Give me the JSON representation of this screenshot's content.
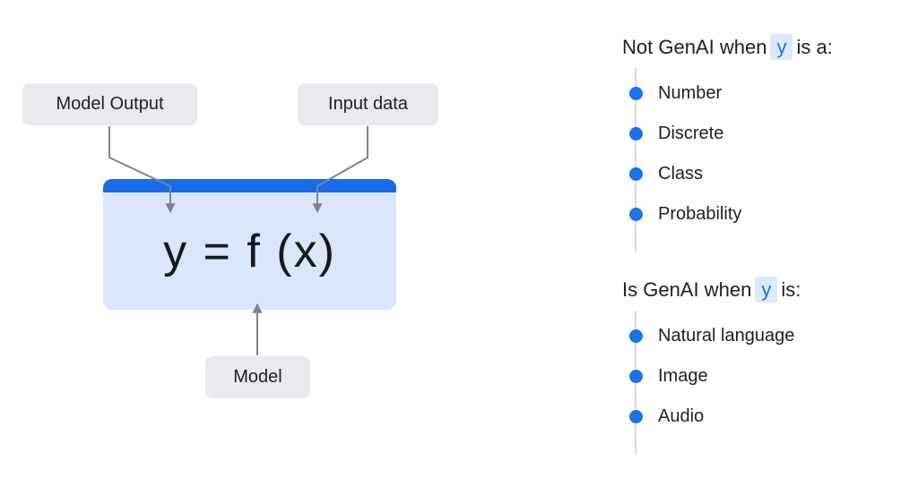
{
  "diagram": {
    "model_output_label": "Model Output",
    "input_data_label": "Input data",
    "model_label": "Model",
    "formula": "y = f (x)"
  },
  "not_genai": {
    "title_prefix": "Not GenAI when",
    "highlight": "y",
    "title_suffix": "is a:",
    "items": [
      "Number",
      "Discrete",
      "Class",
      "Probability"
    ]
  },
  "is_genai": {
    "title_prefix": "Is GenAI when",
    "highlight": "y",
    "title_suffix": "is:",
    "items": [
      "Natural language",
      "Image",
      "Audio"
    ]
  },
  "colors": {
    "accent_blue": "#1a6bea",
    "dot_blue": "#1a73e8",
    "formula_body_blue": "#d9e6fc",
    "label_gray": "#e9eaed",
    "highlight_blue": "#dde9fc",
    "arrow_gray": "#7d858c",
    "text_dark": "#202124"
  }
}
